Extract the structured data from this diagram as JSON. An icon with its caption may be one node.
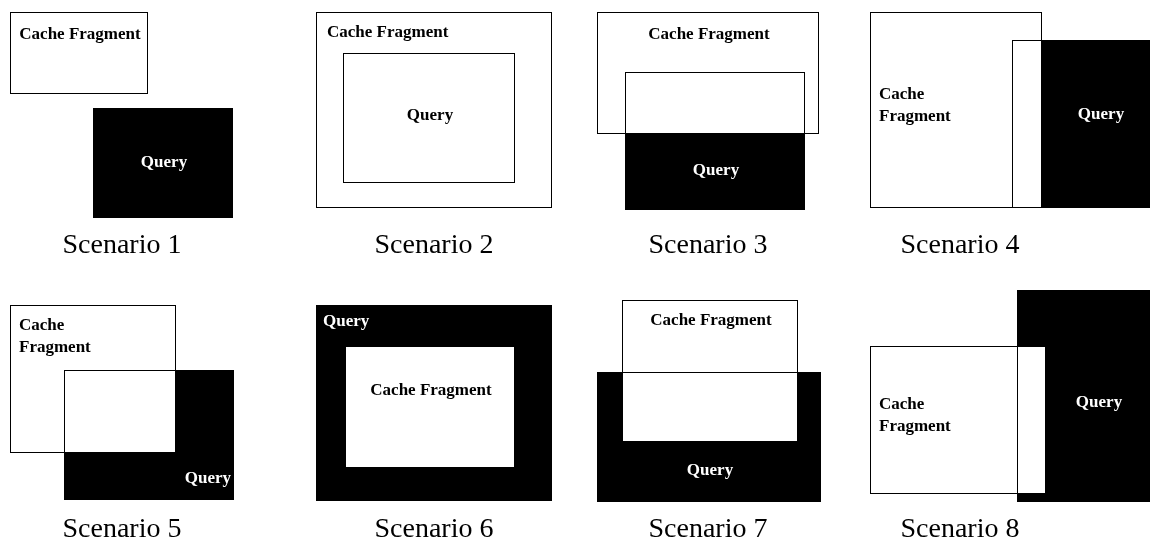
{
  "diagram": {
    "nodes": [
      {
        "text": [
          "Cache Fragment"
        ]
      },
      {
        "text": [
          "Query"
        ]
      },
      {
        "text": [
          "Cache Fragment"
        ]
      },
      {
        "text": [
          "Query"
        ],
        "in": 2
      },
      {
        "text": [
          "Cache Fragment"
        ]
      },
      {
        "text": [
          "Query"
        ]
      },
      {
        "text": [
          "Cache Fragment"
        ]
      },
      {
        "text": [
          "Query"
        ]
      },
      {
        "text": [
          "Cache Fragment"
        ]
      },
      {
        "text": [
          "Query"
        ]
      },
      {
        "text": [
          "Query"
        ]
      },
      {
        "text": [
          "Cache Fragment"
        ],
        "in": 10
      },
      {
        "text": [
          "Cache Fragment"
        ]
      },
      {
        "text": [
          "Query"
        ]
      },
      {
        "text": [
          "Cache Fragment"
        ]
      },
      {
        "text": [
          "Query"
        ]
      }
    ],
    "labels": [
      "Scenario 1",
      "Scenario 2",
      "Scenario 3",
      "Scenario 4",
      "Scenario 5",
      "Scenario 6",
      "Scenario 7",
      "Scenario 8"
    ]
  }
}
